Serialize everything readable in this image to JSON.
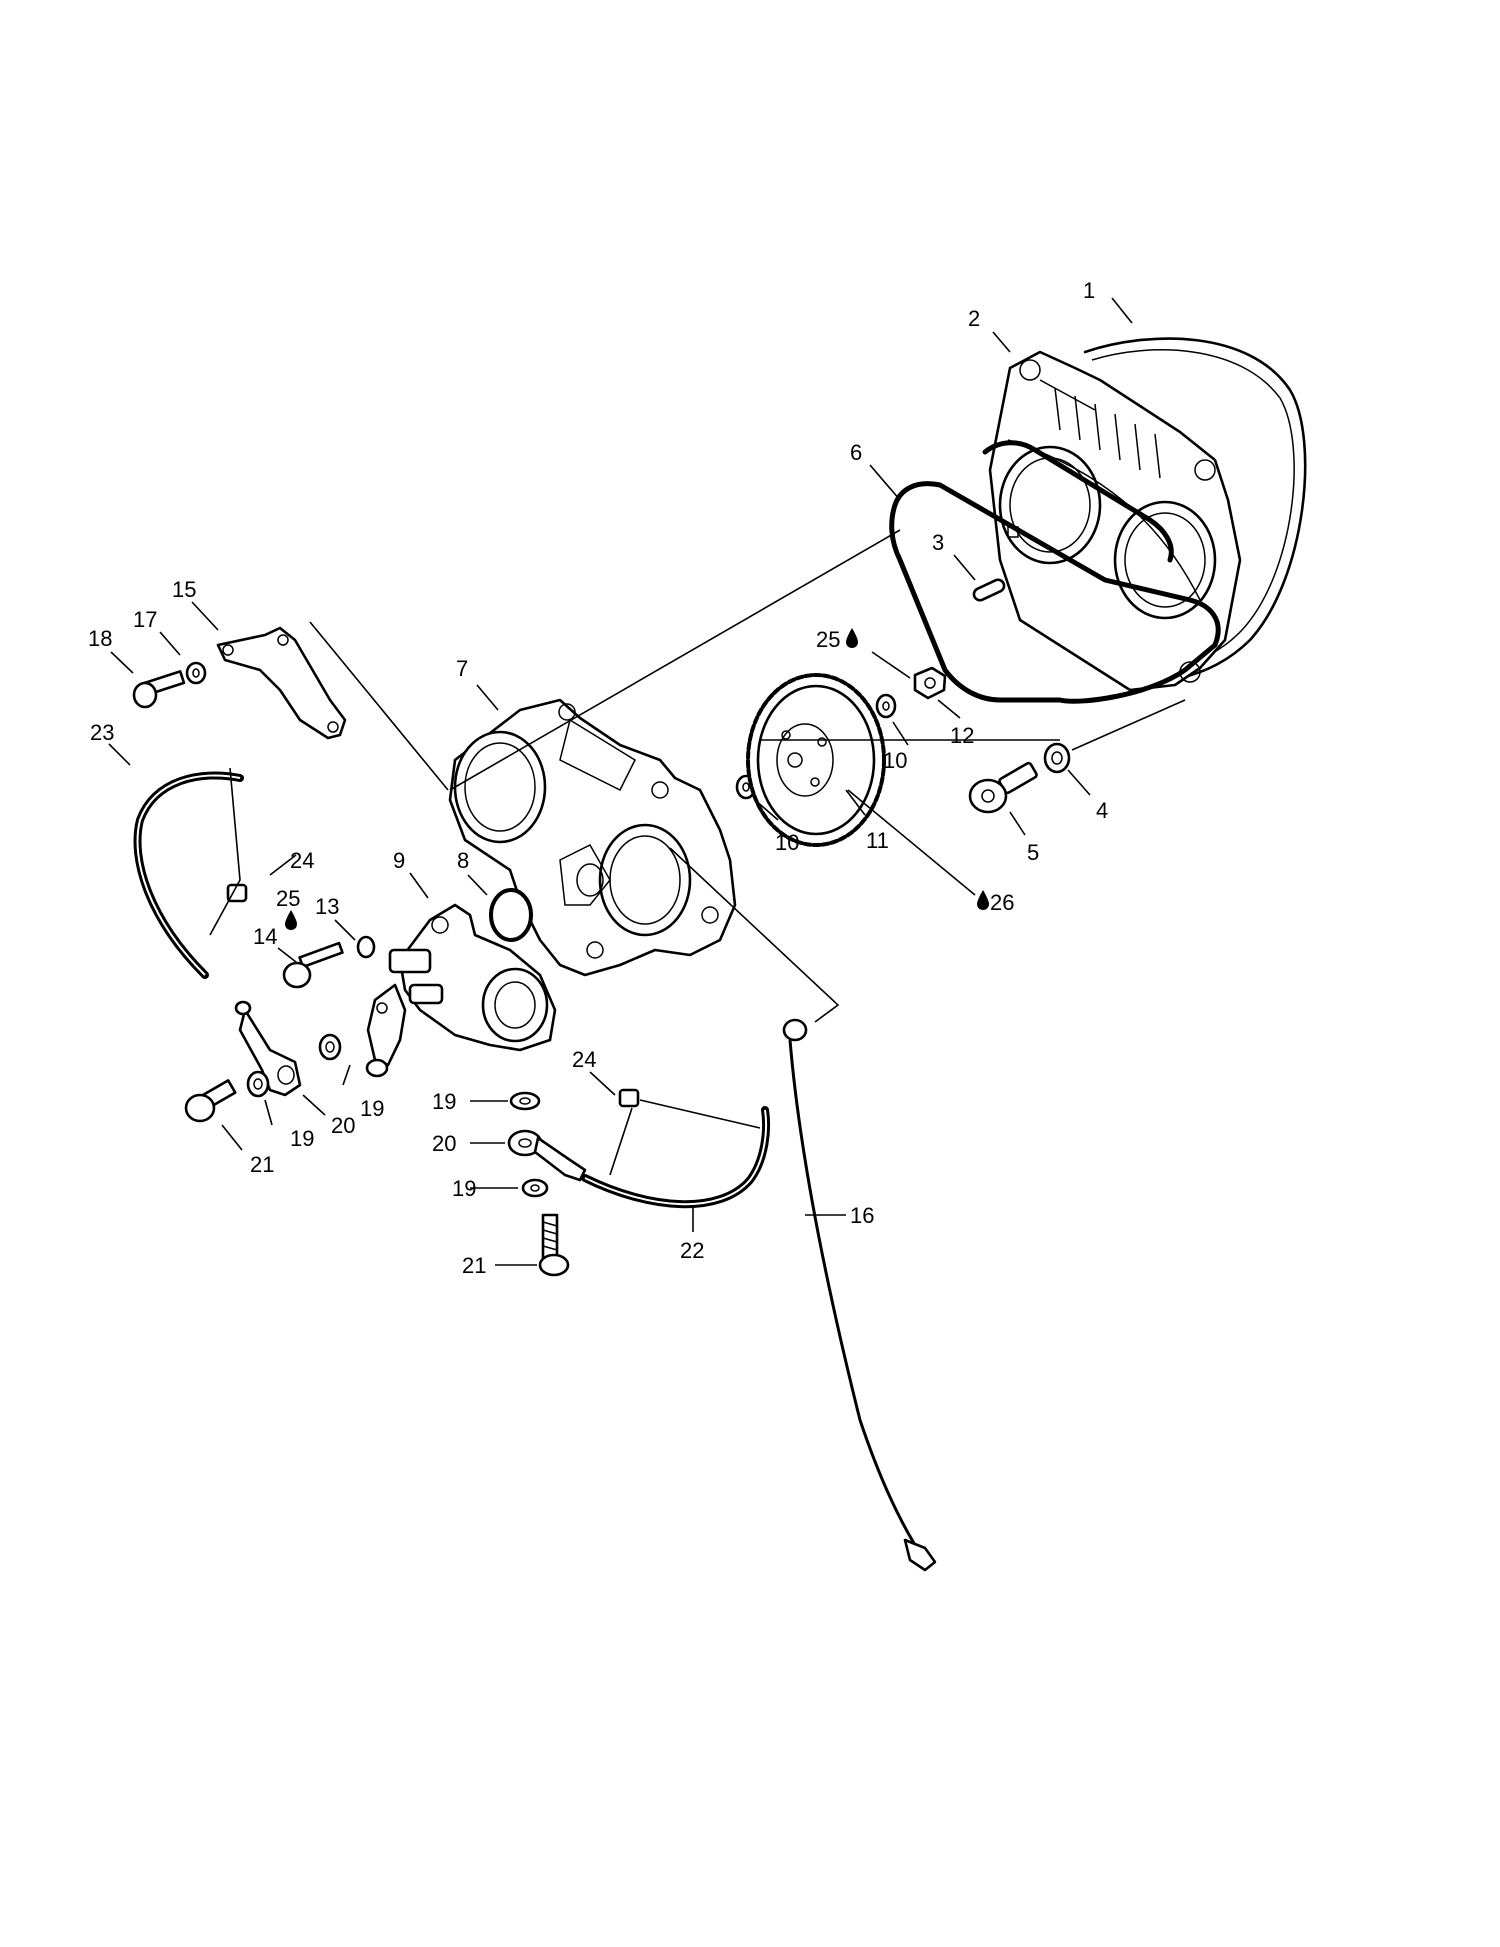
{
  "diagram": {
    "callouts": [
      {
        "id": "c1",
        "text": "1"
      },
      {
        "id": "c2",
        "text": "2"
      },
      {
        "id": "c3",
        "text": "3"
      },
      {
        "id": "c4",
        "text": "4"
      },
      {
        "id": "c5",
        "text": "5"
      },
      {
        "id": "c6",
        "text": "6"
      },
      {
        "id": "c7",
        "text": "7"
      },
      {
        "id": "c8",
        "text": "8"
      },
      {
        "id": "c9",
        "text": "9"
      },
      {
        "id": "c10a",
        "text": "10"
      },
      {
        "id": "c10b",
        "text": "10"
      },
      {
        "id": "c11",
        "text": "11"
      },
      {
        "id": "c12",
        "text": "12"
      },
      {
        "id": "c13",
        "text": "13"
      },
      {
        "id": "c14",
        "text": "14"
      },
      {
        "id": "c15",
        "text": "15"
      },
      {
        "id": "c16",
        "text": "16"
      },
      {
        "id": "c17",
        "text": "17"
      },
      {
        "id": "c18",
        "text": "18"
      },
      {
        "id": "c19a",
        "text": "19"
      },
      {
        "id": "c19b",
        "text": "19"
      },
      {
        "id": "c19c",
        "text": "19"
      },
      {
        "id": "c19d",
        "text": "19"
      },
      {
        "id": "c20a",
        "text": "20"
      },
      {
        "id": "c20b",
        "text": "20"
      },
      {
        "id": "c21a",
        "text": "21"
      },
      {
        "id": "c21b",
        "text": "21"
      },
      {
        "id": "c22",
        "text": "22"
      },
      {
        "id": "c23",
        "text": "23"
      },
      {
        "id": "c24a",
        "text": "24"
      },
      {
        "id": "c24b",
        "text": "24"
      },
      {
        "id": "c25a",
        "text": "25"
      },
      {
        "id": "c25b",
        "text": "25"
      },
      {
        "id": "c26",
        "text": "26"
      }
    ]
  }
}
